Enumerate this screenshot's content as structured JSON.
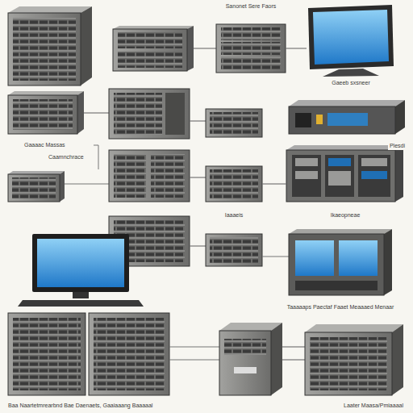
{
  "diagram": {
    "nodes": [
      {
        "text": [
          "Sanonet Sere Faors"
        ]
      },
      {
        "text": [
          "Gaeeb sxsneer"
        ]
      },
      {
        "text": [
          "Plesdi"
        ]
      },
      {
        "text": [
          "Iaaaeis"
        ]
      },
      {
        "text": [
          "Ikaeopneae"
        ]
      },
      {
        "text": [
          "Taaaaaps Paectaf Faaet Meaaaed Menaar"
        ]
      },
      {
        "text": [
          "Baa Naartetmrearbnd Bae Daenaets, Gaaiaaang Baaaaal"
        ]
      },
      {
        "text": [
          "Laater Maasa/Pmiaaaal"
        ]
      }
    ],
    "edges": [
      {
        "from": 0,
        "to": 1,
        "arrow": "none"
      },
      {
        "from": 3,
        "to": 4,
        "arrow": "none"
      }
    ],
    "labels": [
      "Gaaaac Massas",
      "Caamnchrace"
    ]
  }
}
